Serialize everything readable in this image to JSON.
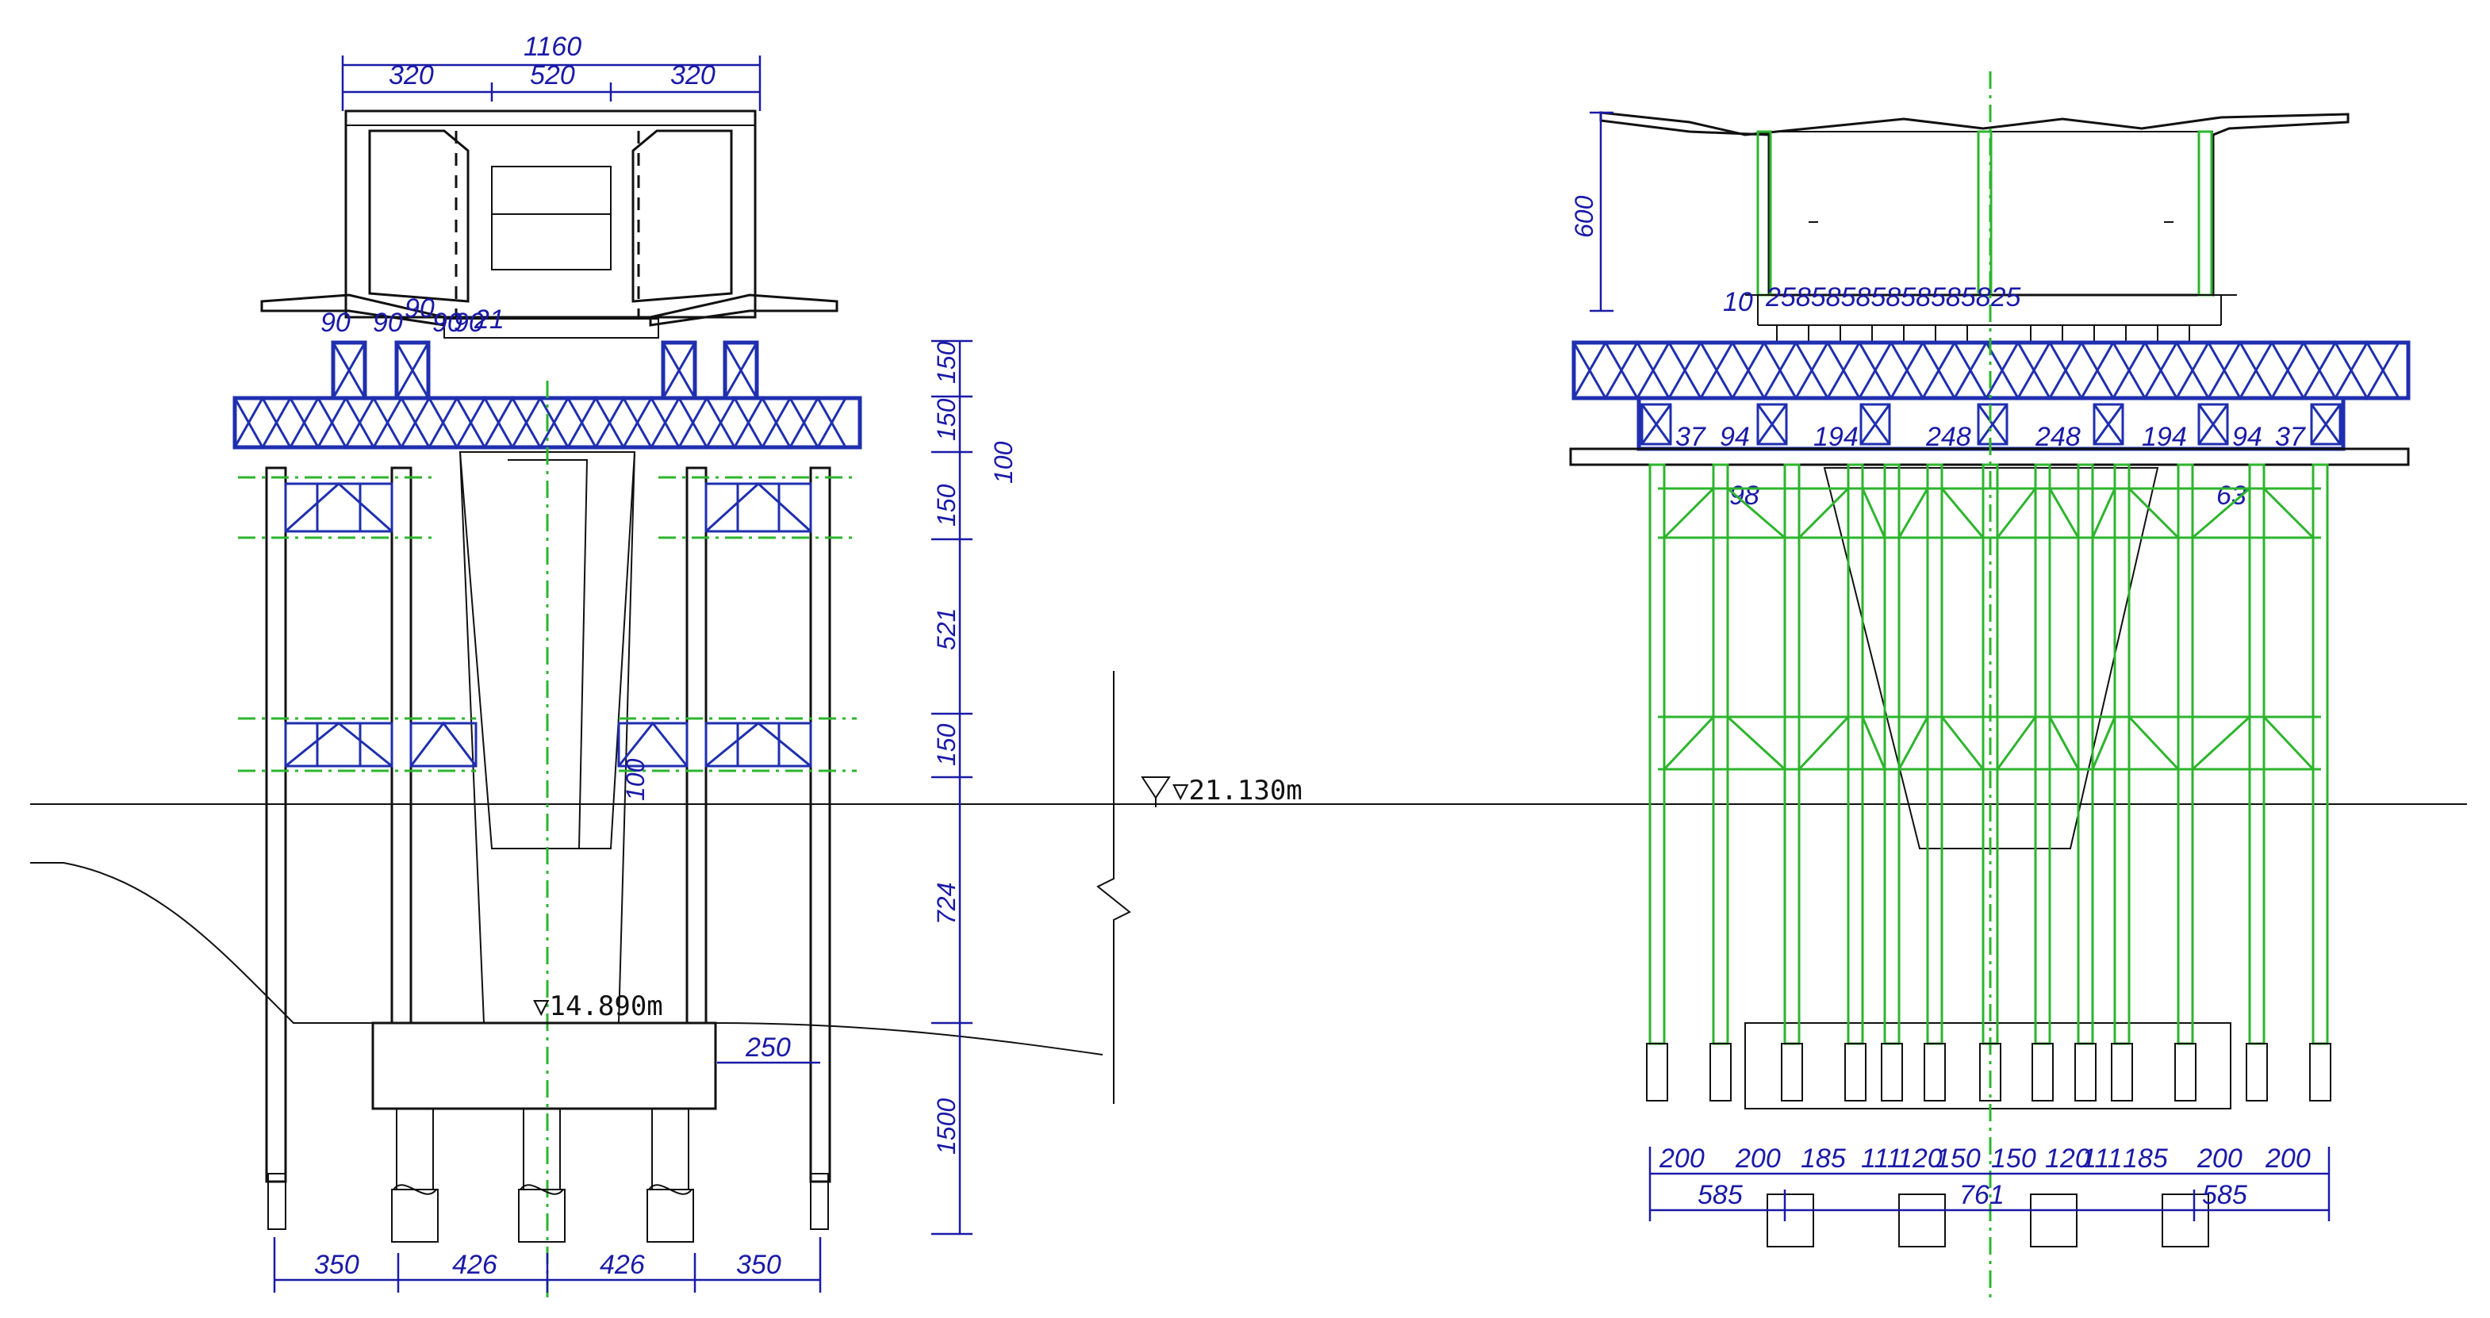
{
  "left_view": {
    "title": "",
    "dims_top": {
      "total": "1160",
      "left": "320",
      "mid": "520",
      "right": "320"
    },
    "dims_bottom": [
      "350",
      "426",
      "426",
      "350"
    ],
    "dims_right": [
      "150",
      "150",
      "150",
      "521",
      "150",
      "724",
      "1500"
    ],
    "dim_100": "100",
    "dim_100_inner": "100",
    "dim_250": "250",
    "level_bottom": "▽14.890m",
    "small_labels": [
      "90",
      "90",
      "90",
      "90",
      "90",
      "21"
    ]
  },
  "water_level": "▽21.130m",
  "right_view": {
    "title": "",
    "dim_height": "600",
    "small_10": "10",
    "small_row": "25858585858585825",
    "dims_mid": [
      "37",
      "94",
      "194",
      "248",
      "248",
      "194",
      "94",
      "37"
    ],
    "dim_98": "98",
    "dim_63": "63",
    "dims_bottom_row1": [
      "200",
      "200",
      "185",
      "111",
      "120",
      "150",
      "150",
      "120",
      "111",
      "185",
      "200",
      "200"
    ],
    "dims_bottom_row2": [
      "585",
      "761",
      "585"
    ]
  }
}
